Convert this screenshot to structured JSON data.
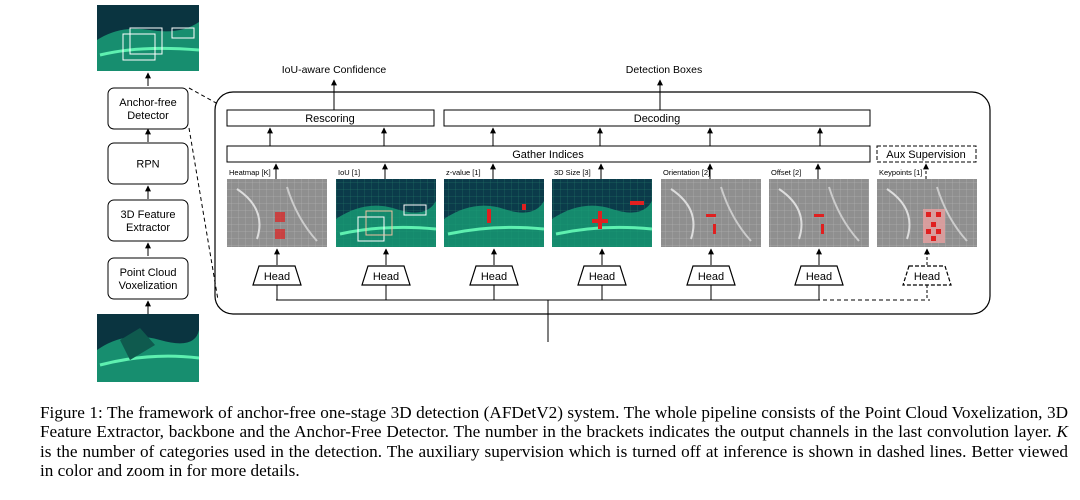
{
  "pipeline": {
    "steps": [
      "Anchor-free\nDetector",
      "RPN",
      "3D Feature\nExtractor",
      "Point Cloud\nVoxelization"
    ]
  },
  "outputs": {
    "confidence": "IoU-aware Confidence",
    "boxes": "Detection Boxes"
  },
  "blocks": {
    "rescoring": "Rescoring",
    "decoding": "Decoding",
    "gather": "Gather Indices",
    "aux": "Aux Supervision"
  },
  "heads": [
    {
      "label": "Heatmap [K]",
      "head": "Head"
    },
    {
      "label": "IoU [1]",
      "head": "Head"
    },
    {
      "label": "z-value [1]",
      "head": "Head"
    },
    {
      "label": "3D Size [3]",
      "head": "Head"
    },
    {
      "label": "Orientation [2]",
      "head": "Head"
    },
    {
      "label": "Offset [2]",
      "head": "Head"
    },
    {
      "label": "Keypoints [1]",
      "head": "Head"
    }
  ],
  "caption": {
    "prefix": "Figure 1: The framework of anchor-free one-stage 3D detection (AFDetV2) system. The whole pipeline consists of the Point Cloud Voxelization, 3D Feature Extractor, backbone and the Anchor-Free Detector. The number in the brackets indicates the output channels in the last convolution layer. ",
    "var": "K",
    "suffix": " is the number of categories used in the detection. The auxiliary supervision which is turned off at inference is shown in dashed lines. Better viewed in color and zoom in for more details."
  },
  "colors": {
    "accent": "#e02020",
    "pointcloud_dark": "#0b3b4a",
    "pointcloud_green": "#2fd08a",
    "bev_gray": "#9a9a9a"
  }
}
